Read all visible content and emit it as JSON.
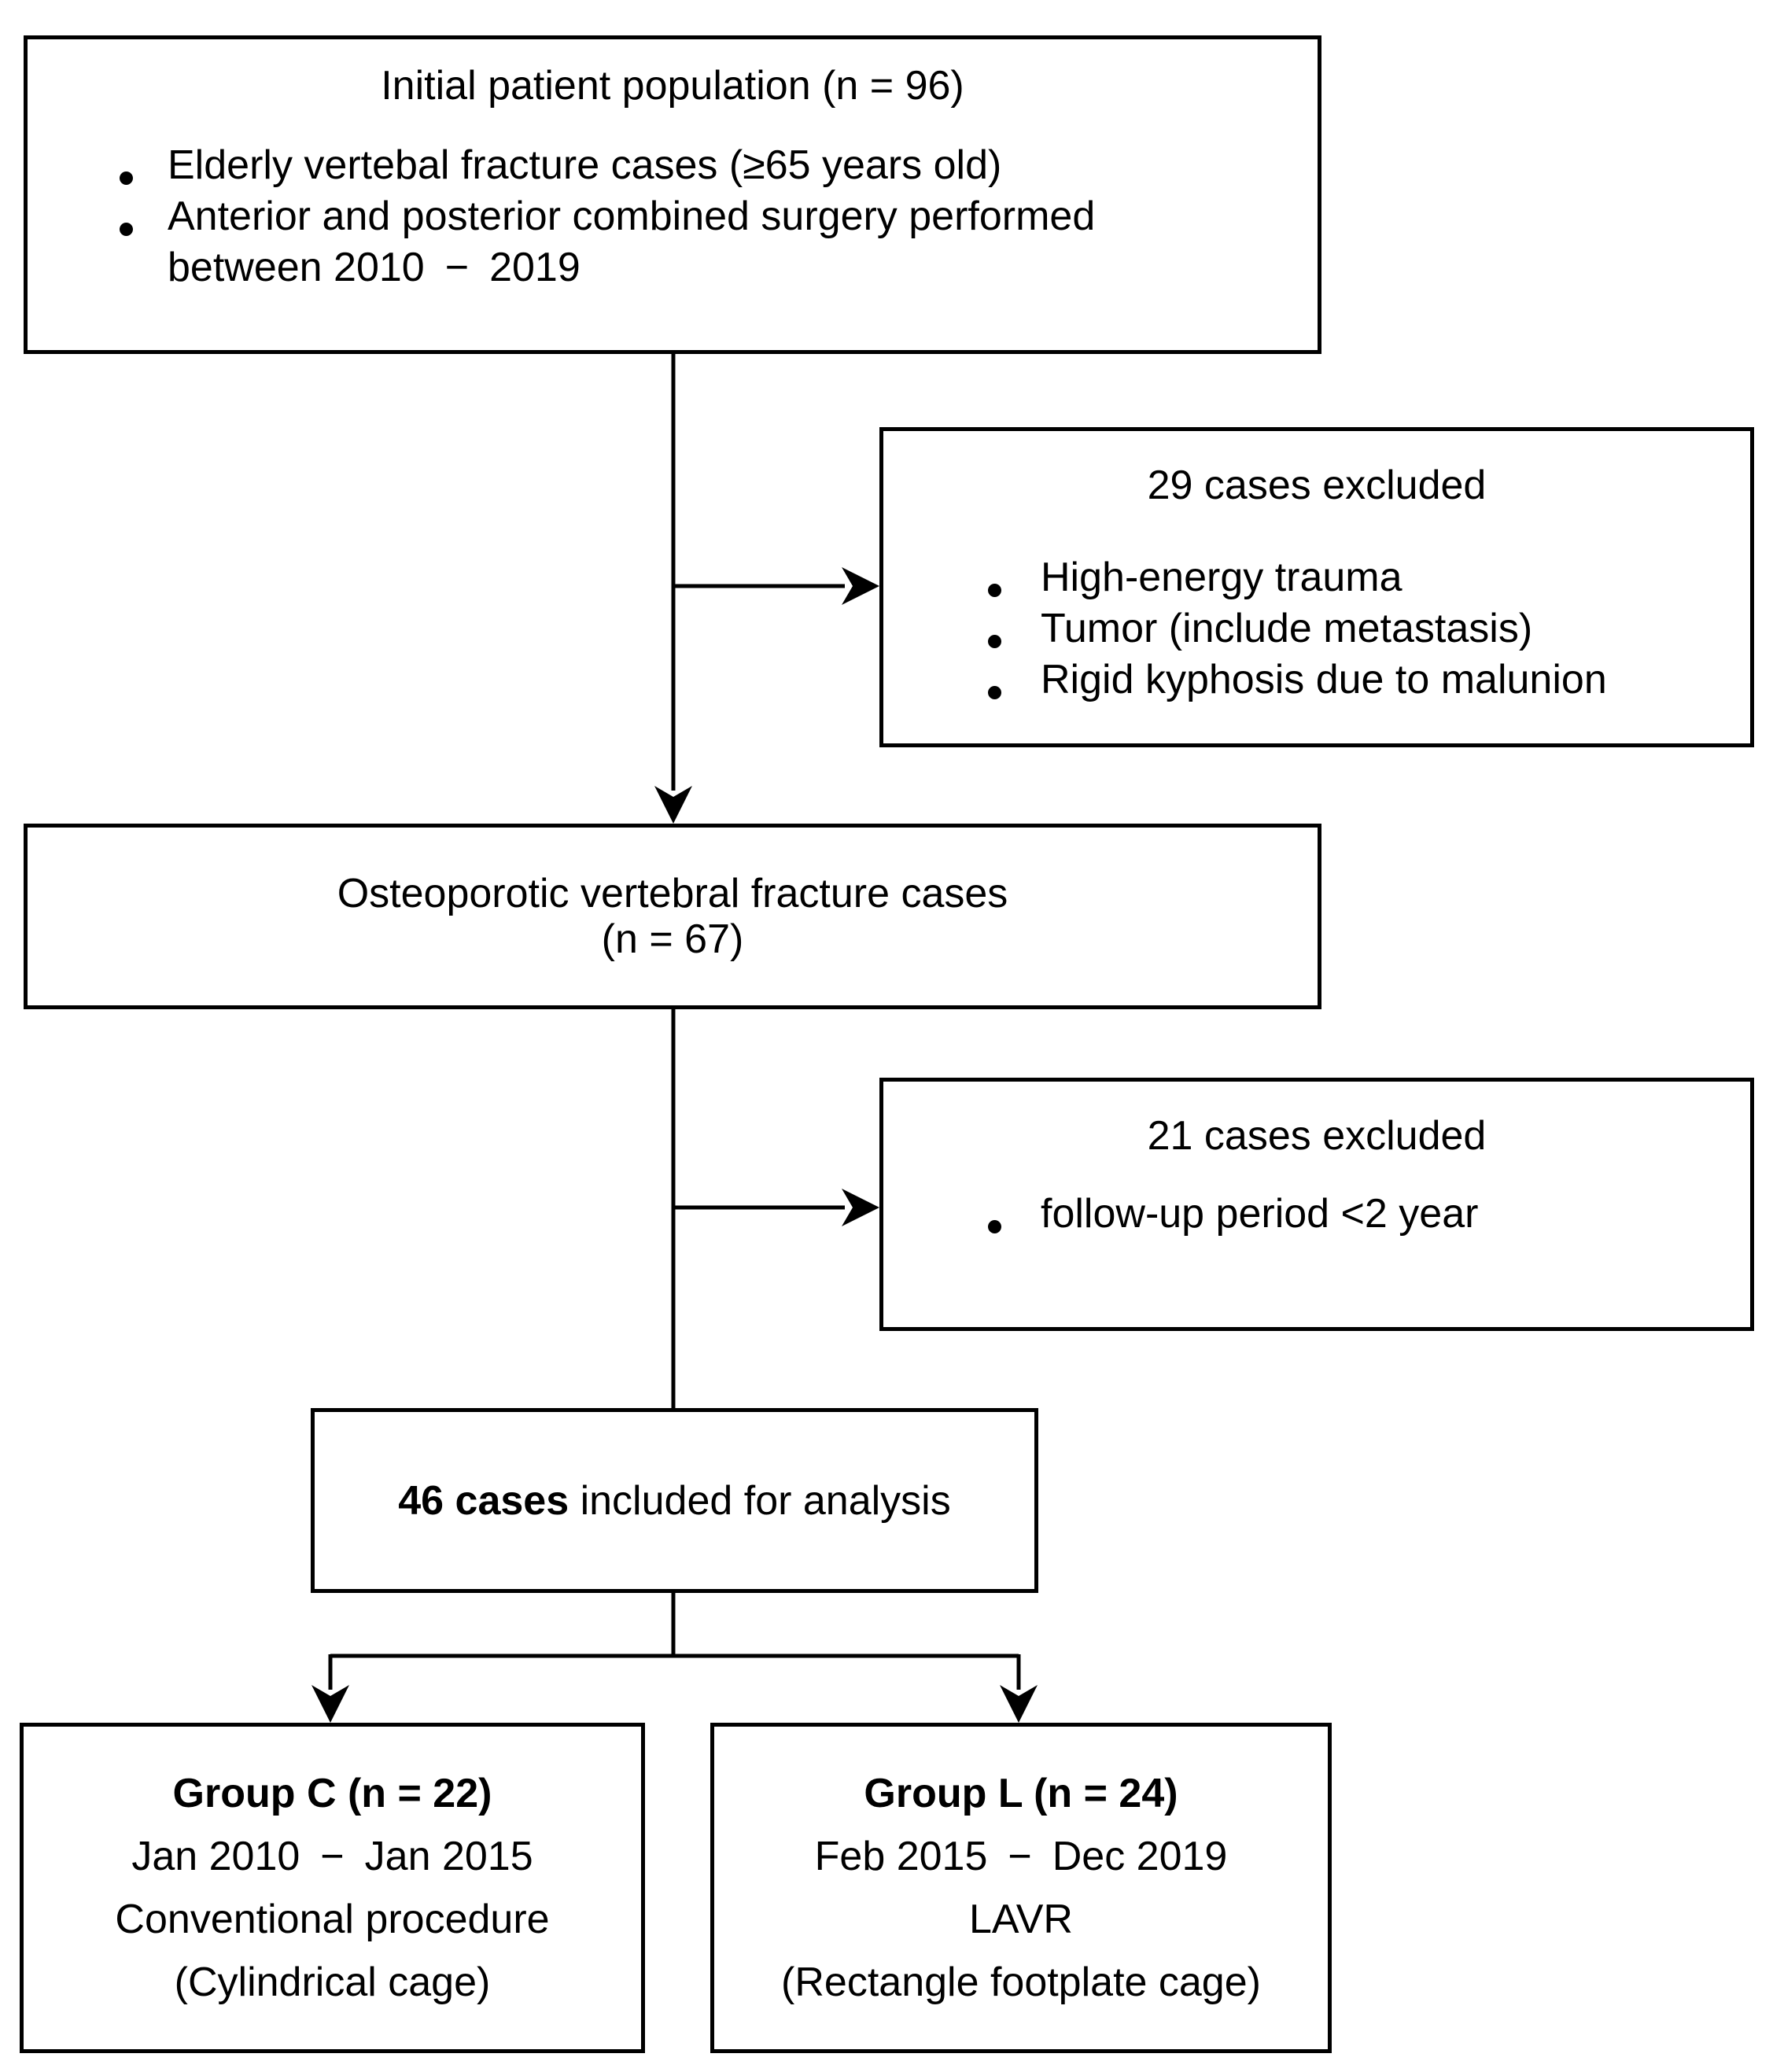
{
  "diagram": {
    "boxes": {
      "initial": {
        "title": "Initial patient population (n = 96)",
        "bullets": [
          "Elderly vertebal fracture cases (≥65 years old)",
          [
            "Anterior and posterior combined surgery performed",
            "between 2010 − 2019"
          ]
        ]
      },
      "excluded1": {
        "title": "29 cases excluded",
        "bullets": [
          "High-energy trauma",
          "Tumor (include metastasis)",
          "Rigid kyphosis due to malunion"
        ]
      },
      "osteoporotic": {
        "lines": [
          "Osteoporotic vertebral fracture cases",
          "(n = 67)"
        ]
      },
      "excluded2": {
        "title": "21 cases excluded",
        "bullets": [
          "follow-up period <2 year"
        ]
      },
      "included": {
        "emphasis": "46 cases",
        "rest": " included for analysis"
      },
      "group_c": {
        "title": "Group C (n = 22)",
        "lines": [
          "Jan 2010 − Jan 2015",
          "Conventional procedure",
          "(Cylindrical cage)"
        ]
      },
      "group_l": {
        "title": "Group L (n = 24)",
        "lines": [
          "Feb 2015 − Dec 2019",
          "LAVR",
          "(Rectangle footplate cage)"
        ]
      }
    },
    "colors": {
      "line": "#000000",
      "box_background": "#ffffff",
      "text": "#000000"
    }
  }
}
